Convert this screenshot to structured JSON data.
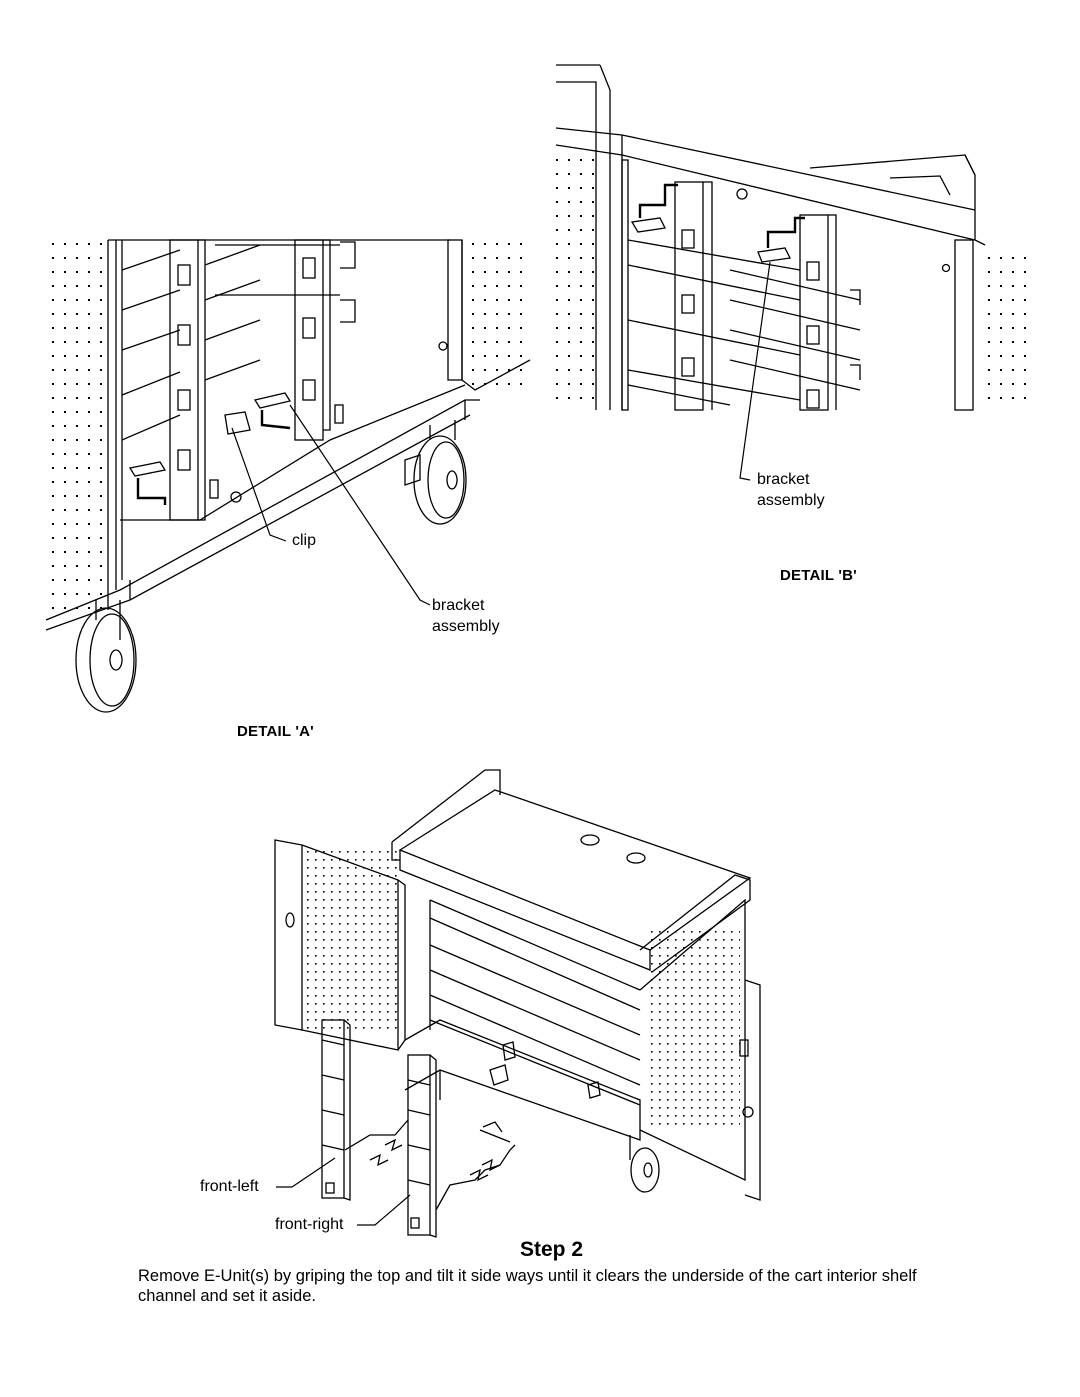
{
  "detail_a": {
    "title": "DETAIL 'A'",
    "clip_label": "clip",
    "bracket_label_line1": "bracket",
    "bracket_label_line2": "assembly"
  },
  "detail_b": {
    "title": "DETAIL 'B'",
    "bracket_label_line1": "bracket",
    "bracket_label_line2": "assembly"
  },
  "main_figure": {
    "front_left_label": "front-left",
    "front_right_label": "front-right"
  },
  "step": {
    "title": "Step 2",
    "instruction": "Remove E-Unit(s) by griping the top and tilt it side ways until it clears the underside of the cart interior shelf channel and set it aside."
  }
}
